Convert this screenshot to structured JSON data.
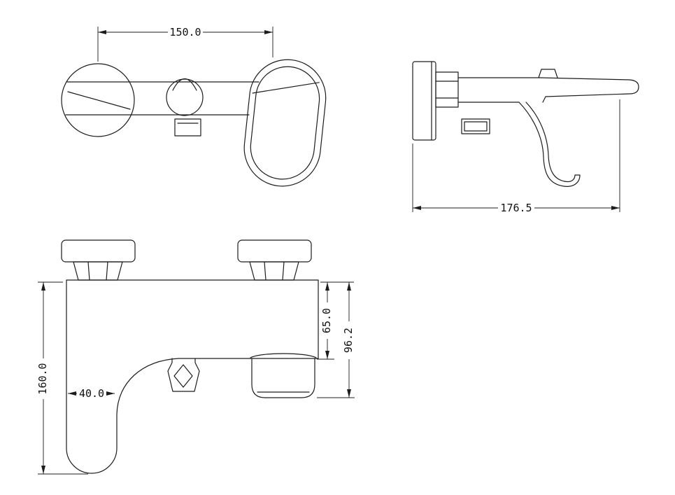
{
  "drawing": {
    "dimensions": {
      "mounting_distance": "150.0",
      "overall_depth": "176.5",
      "overall_height": "160.0",
      "lower_width": "40.0",
      "spout_top_height": "65.0",
      "spout_bottom_height": "96.2"
    }
  }
}
